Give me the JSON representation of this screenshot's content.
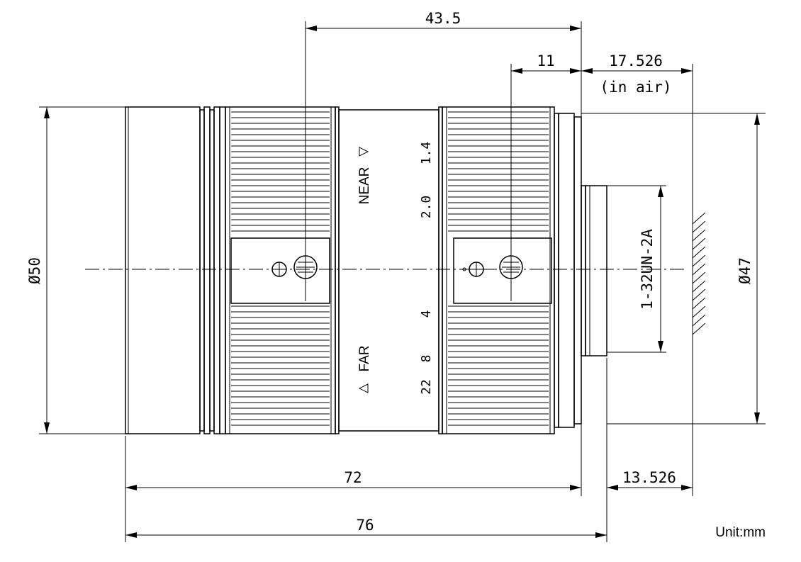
{
  "dimensions": {
    "d_43_5": "43.5",
    "d_11": "11",
    "d_17_526": "17.526",
    "d_in_air": "(in air)",
    "d_72": "72",
    "d_76": "76",
    "d_13_526": "13.526",
    "diameter_50": "Ø50",
    "diameter_47": "Ø47",
    "thread": "1-32UN-2A"
  },
  "focus_ring": {
    "near_label": "NEAR",
    "far_label": "FAR",
    "distance_marks": [
      "1.4",
      "2.0",
      "4",
      "8",
      "22"
    ]
  },
  "unit_label": "Unit:mm"
}
